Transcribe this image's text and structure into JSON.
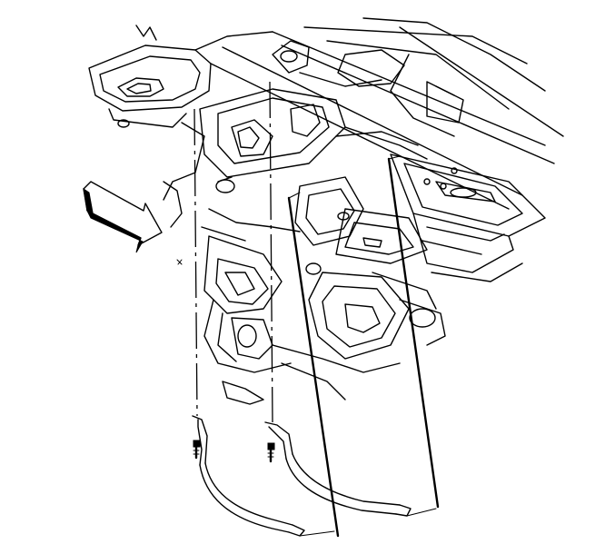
{
  "figure": {
    "view_direction_icon": "arrow-right-icon",
    "parts": [
      "underbody-frame",
      "mounting-brackets",
      "bolts",
      "fuel-tank-straps"
    ]
  }
}
